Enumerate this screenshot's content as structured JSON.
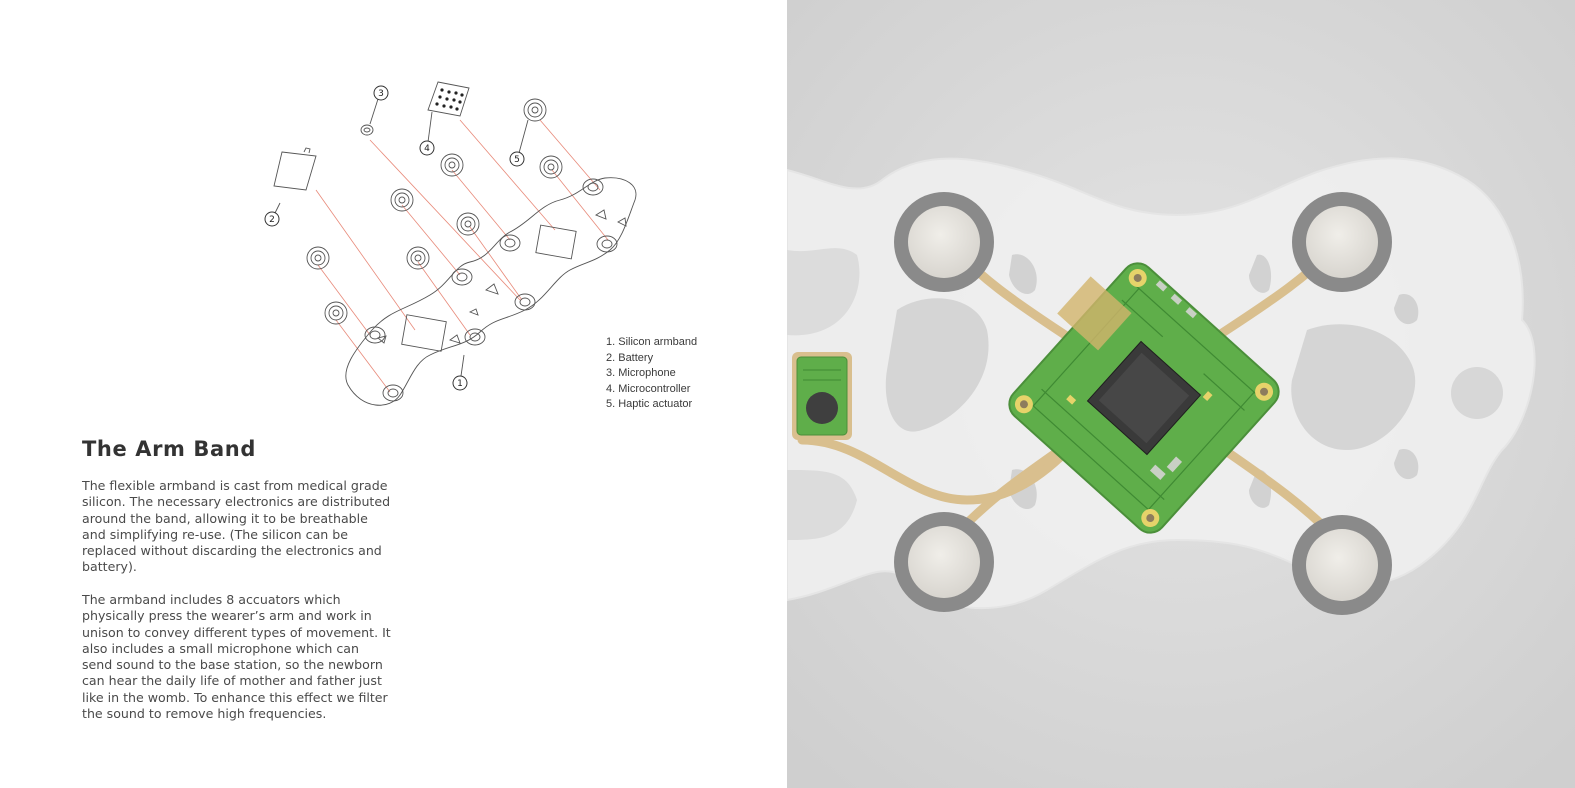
{
  "diagram": {
    "callouts": [
      "1",
      "2",
      "3",
      "4",
      "5"
    ],
    "legend": [
      "1. Silicon armband",
      "2. Battery",
      "3. Microphone",
      "4. Microcontroller",
      "5. Haptic actuator"
    ]
  },
  "article": {
    "title": "The Arm Band",
    "paragraphs": [
      "The flexible armband is cast from medical grade silicon. The necessary electronics are distributed around the band, allowing it to be breathable and simplifying re-use. (The silicon can be replaced without discarding the electronics and battery).",
      "The armband includes 8 accuators which physically press the wearer’s arm and work in unison to convey different types of movement. It also includes a small microphone which can send sound to the base station, so the newborn can hear the daily life of mother and father just like in the womb. To enhance this effect we filter the sound to remove high frequencies."
    ]
  },
  "colors": {
    "text": "#4a4a4a",
    "heading": "#333333",
    "leader_lines": "#e88a7a",
    "pcb": "#5fae4a",
    "photo_background": "#d6d6d6"
  }
}
